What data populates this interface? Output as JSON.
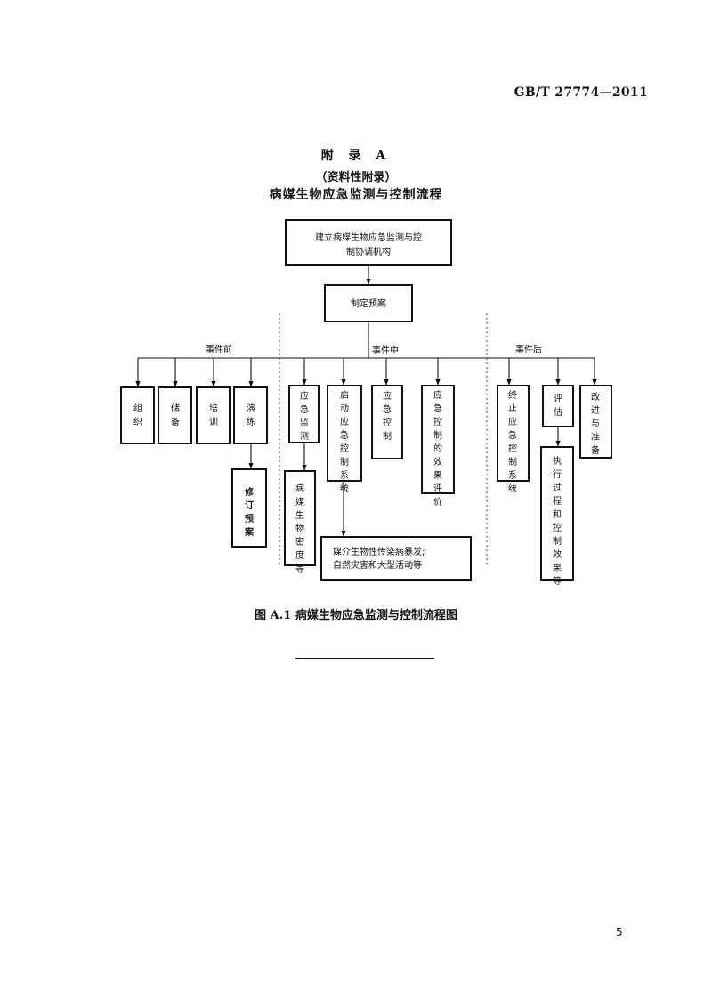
{
  "header": {
    "standard_number": "GB/T 27774—2011"
  },
  "appendix": {
    "title": "附 录 A",
    "type": "（资料性附录）",
    "name": "病媒生物应急监测与控制流程"
  },
  "flowchart": {
    "top_box": [
      "建立病媒生物应急监测与控",
      "制协调机构"
    ],
    "plan_box": "制定预案",
    "phase_labels": {
      "before": "事件前",
      "during": "事件中",
      "after": "事件后"
    },
    "before_items": [
      "组织",
      "储备",
      "培训",
      "演练"
    ],
    "before_sub": "修订预案",
    "during_items": [
      "应急监测",
      "启动应急控制系统",
      "应急控制",
      "应急控制的效果评价"
    ],
    "during_sub_monitor": "病媒生物密度等",
    "during_sub_trigger": [
      "媒介生物性传染病暴发;",
      "自然灾害和大型活动等"
    ],
    "after_items": [
      "终止应急控制系统",
      "评估",
      "改进与准备"
    ],
    "after_sub": "执行过程和控制效果等"
  },
  "figure_caption": "图 A.1   病媒生物应急监测与控制流程图",
  "page_number": "5"
}
